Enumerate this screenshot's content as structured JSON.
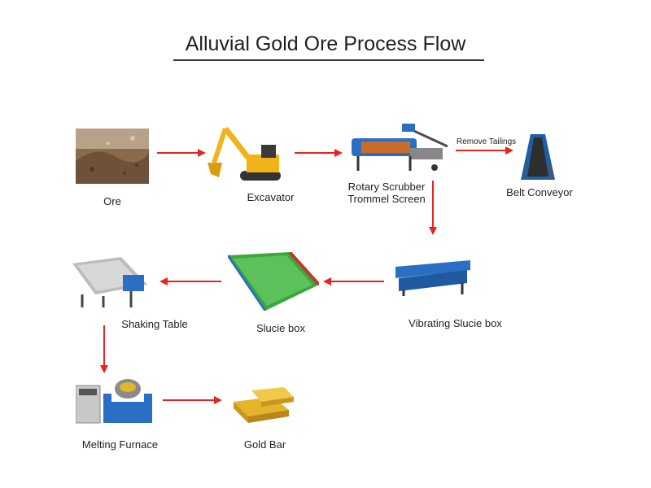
{
  "title": "Alluvial Gold Ore Process Flow",
  "colors": {
    "arrow": "#e8231f",
    "equipment_blue": "#2a6fc4",
    "gold": "#e4b52a",
    "cat_yellow": "#f2b319",
    "grass": "#3aa83a"
  },
  "stages": {
    "ore": {
      "label": "Ore",
      "icon": "ore-pile-icon"
    },
    "excavator": {
      "label": "Excavator",
      "icon": "excavator-icon"
    },
    "scrubber": {
      "label_line1": "Rotary Scrubber",
      "label_line2": "Trommel Screen",
      "icon": "trommel-icon"
    },
    "belt": {
      "label": "Belt Conveyor",
      "icon": "belt-conveyor-icon"
    },
    "vibrating": {
      "label": "Vibrating Slucie box",
      "icon": "vibrating-sluice-icon"
    },
    "sluice": {
      "label": "Slucie box",
      "icon": "sluice-box-icon"
    },
    "shaking": {
      "label": "Shaking Table",
      "icon": "shaking-table-icon"
    },
    "furnace": {
      "label": "Melting Furnace",
      "icon": "melting-furnace-icon"
    },
    "goldbar": {
      "label": "Gold Bar",
      "icon": "gold-bar-icon"
    }
  },
  "arrows": {
    "remove_tailings": "Remove Tailings"
  }
}
